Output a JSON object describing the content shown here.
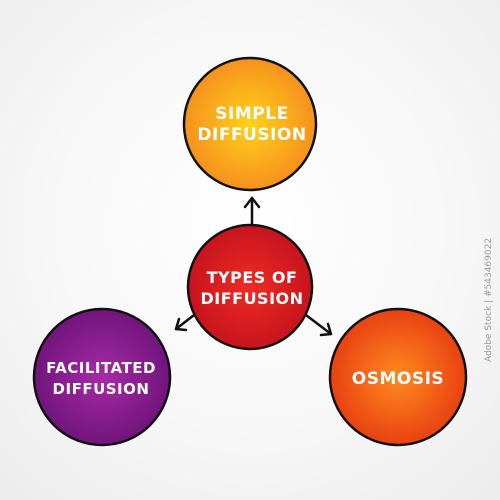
{
  "nodes": {
    "center": {
      "line1": "TYPES OF",
      "line2": "DIFFUSION"
    },
    "top": {
      "line1": "SIMPLE",
      "line2": "DIFFUSION"
    },
    "left": {
      "line1": "FACILITATED",
      "line2": "DIFFUSION"
    },
    "right": {
      "line1": "OSMOSIS"
    }
  },
  "colors": {
    "center": "#d81a1a",
    "top": "#f8a21a",
    "left": "#8a1e8e",
    "right": "#ee5614",
    "outline": "#111111"
  },
  "watermark": "Adobe Stock | #543469022"
}
